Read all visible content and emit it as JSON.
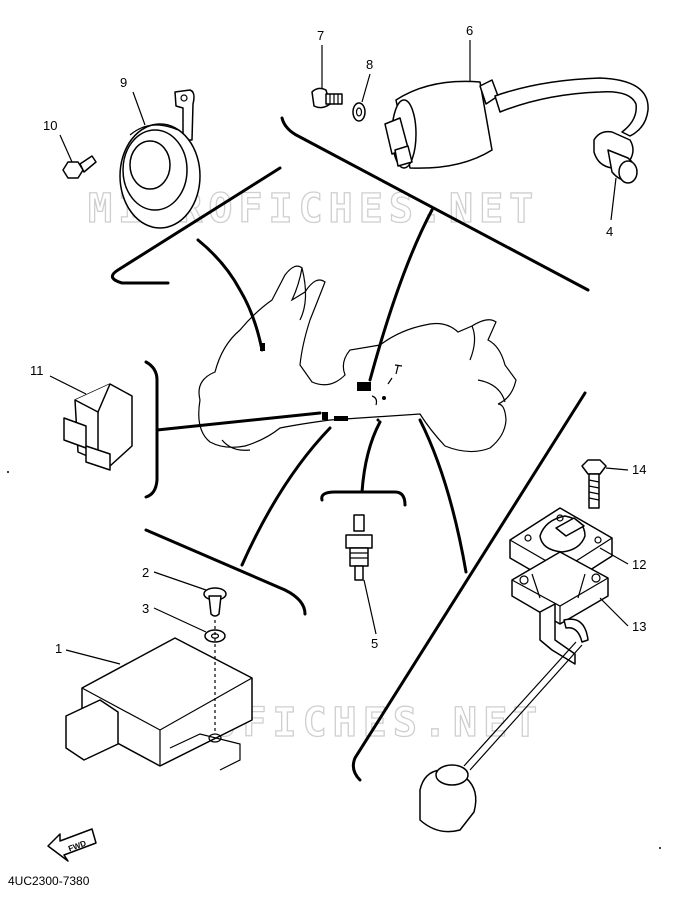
{
  "watermark": "MICROFICHES.NET",
  "drawing_code": "4UC2300-7380",
  "fwd_label": "FWD",
  "callouts": {
    "c1": "1",
    "c2": "2",
    "c3": "3",
    "c4": "4",
    "c5": "5",
    "c6": "6",
    "c7": "7",
    "c8": "8",
    "c9": "9",
    "c10": "10",
    "c11": "11",
    "c12": "12",
    "c13": "13",
    "c14": "14"
  }
}
